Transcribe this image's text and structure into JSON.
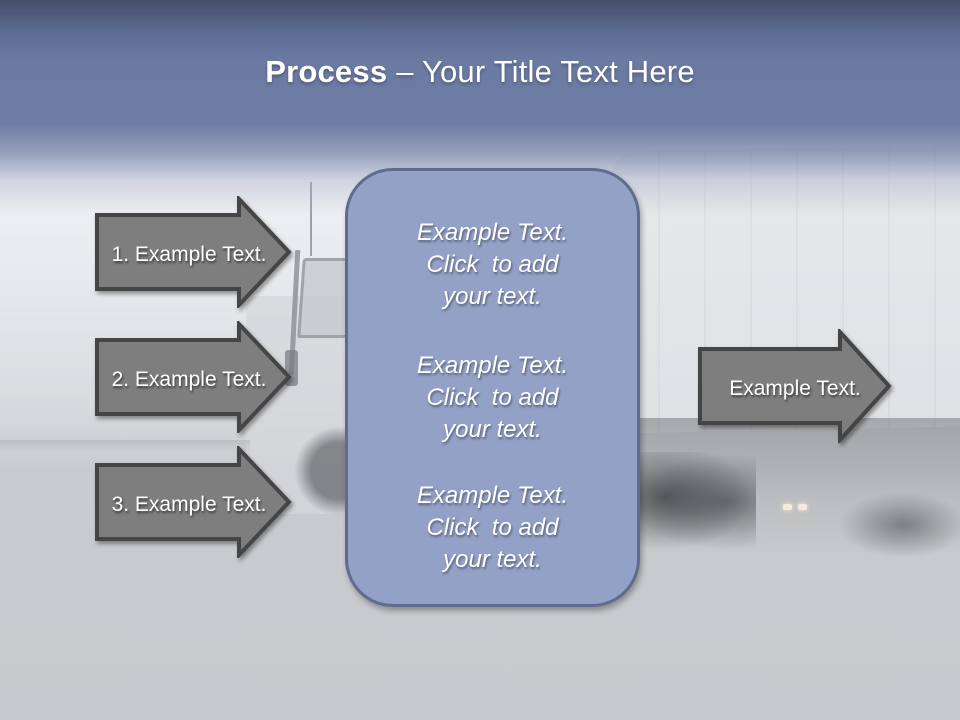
{
  "title": {
    "bold": "Process",
    "rest": "– Your Title Text Here"
  },
  "left_arrows": [
    {
      "label": "1. Example Text."
    },
    {
      "label": "2. Example Text."
    },
    {
      "label": "3. Example Text."
    }
  ],
  "center_panel": {
    "blocks": [
      {
        "text": "Example Text.\nClick  to add\nyour text."
      },
      {
        "text": "Example Text.\nClick  to add\nyour text."
      },
      {
        "text": "Example Text.\nClick  to add\nyour text."
      }
    ]
  },
  "right_arrow": {
    "label": "Example Text."
  },
  "colors": {
    "header_top": "#444d69",
    "header_blue": "#6f7da5",
    "background_gray": "#c7c9cc",
    "arrow_fill": "#7e7e7e",
    "arrow_border": "#454545",
    "panel_fill": "#93a1c7",
    "panel_border": "#5f6c8f",
    "text": "#ffffff"
  }
}
